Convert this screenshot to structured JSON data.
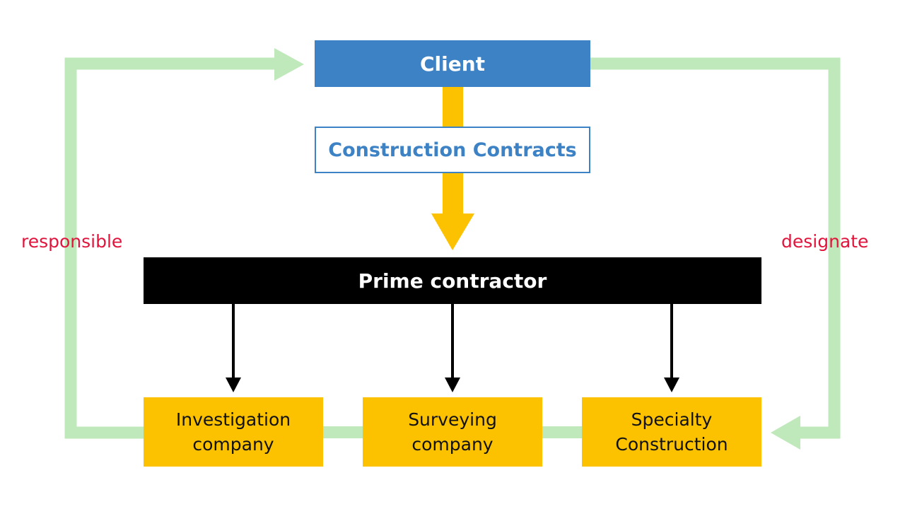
{
  "diagram": {
    "client": "Client",
    "construction_contracts": "Construction Contracts",
    "prime_contractor": "Prime contractor",
    "subcontractors": [
      "Investigation\ncompany",
      "Surveying\ncompany",
      "Specialty\nConstruction"
    ],
    "left_label": "responsible",
    "right_label": "designate"
  },
  "colors": {
    "client_blue": "#3c82c4",
    "contract_arrow_yellow": "#fcc200",
    "subcontractor_yellow": "#fcc200",
    "loop_green": "#bfe8bb",
    "label_red": "#e0143c",
    "prime_black": "#000000"
  }
}
